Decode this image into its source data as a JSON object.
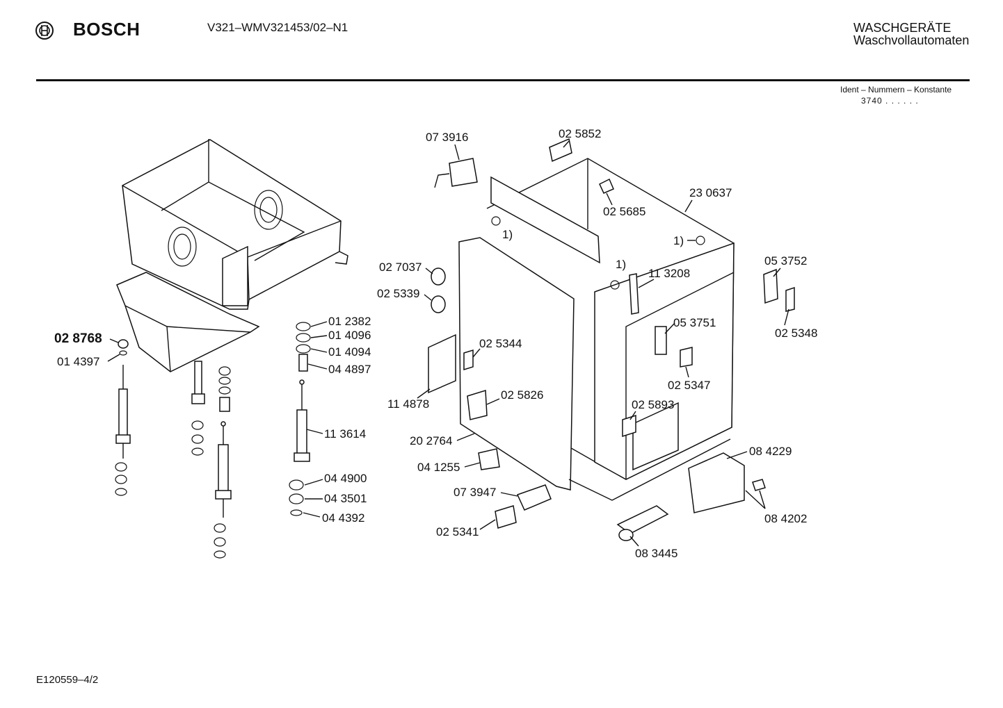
{
  "header": {
    "brand": "BOSCH",
    "model": "V321–WMV321453/02–N1",
    "category_line1": "WASCHGERÄTE",
    "category_line2": "Waschvollautomaten",
    "ident_heading": "Ident – Nummern – Konstante",
    "ident_value": "3740  .  .    .  .  .  ."
  },
  "footer": {
    "drawing_number": "E120559–4/2"
  },
  "notes": {
    "note_ref": "1)"
  },
  "parts": [
    "07 3916",
    "02 5852",
    "23 0637",
    "02 5685",
    "02 7037",
    "02 5339",
    "11 3208",
    "05 3752",
    "05 3751",
    "02 5348",
    "02 8768",
    "01 4397",
    "01 2382",
    "01 4096",
    "01 4094",
    "04 4897",
    "02 5344",
    "02 5347",
    "11 4878",
    "02 5826",
    "02 5893",
    "11 3614",
    "20 2764",
    "04 1255",
    "08 4229",
    "04 4900",
    "04 3501",
    "04 4392",
    "07 3947",
    "02 5341",
    "08 4202",
    "08 3445"
  ],
  "colors": {
    "ink": "#111111",
    "paper": "#ffffff"
  }
}
